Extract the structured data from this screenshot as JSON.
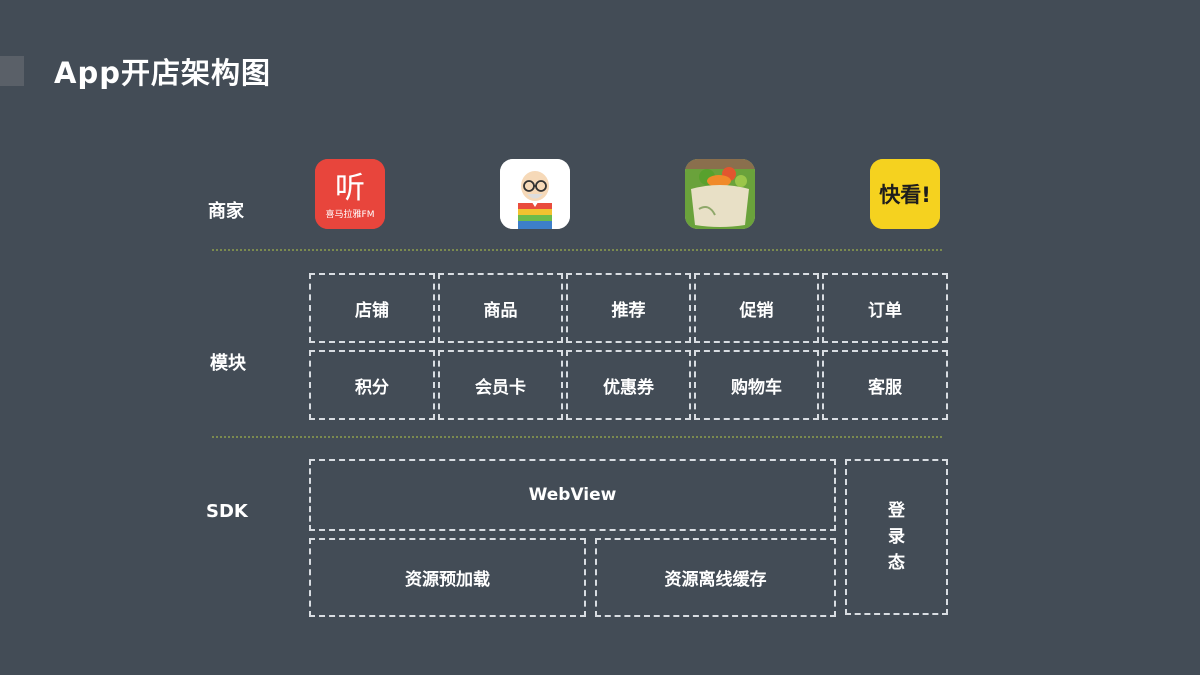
{
  "title": "App开店架构图",
  "rows": {
    "merchant": "商家",
    "module": "模块",
    "sdk": "SDK"
  },
  "merchant_apps": [
    {
      "name": "ximalaya-icon",
      "glyph": "听",
      "caption": "喜马拉雅FM",
      "color": "#e8453c"
    },
    {
      "name": "elderly-man-app-icon",
      "color": "#ffffff"
    },
    {
      "name": "food-basket-app-icon",
      "color": "#c9b98a"
    },
    {
      "name": "kuaikan-app-icon",
      "glyph": "快看!",
      "color": "#f5d21f"
    }
  ],
  "modules": [
    [
      "店铺",
      "商品",
      "推荐",
      "促销",
      "订单"
    ],
    [
      "积分",
      "会员卡",
      "优惠券",
      "购物车",
      "客服"
    ]
  ],
  "sdk": {
    "webview": "WebView",
    "preload": "资源预加载",
    "offline_cache": "资源离线缓存",
    "login_state": [
      "登",
      "录",
      "态"
    ]
  }
}
